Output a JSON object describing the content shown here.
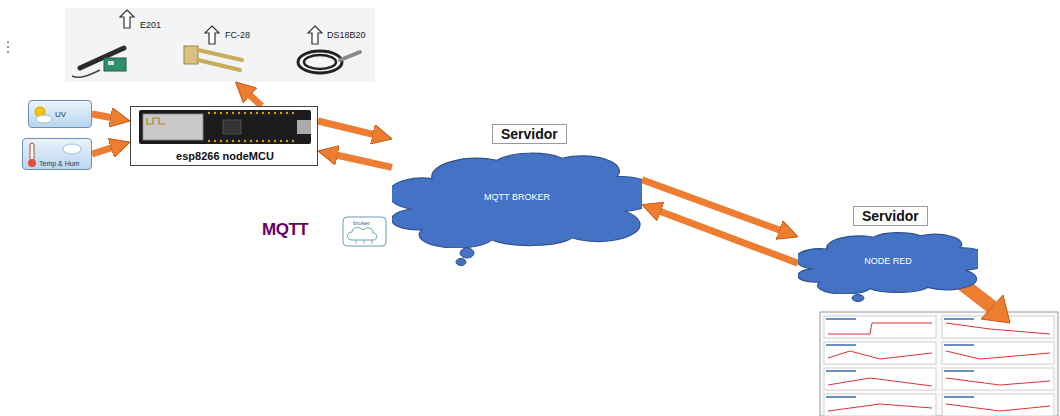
{
  "diagram": {
    "nodes": [
      {
        "text": [
          "E201",
          "FC-28",
          "DS18B20"
        ]
      },
      {
        "text": [
          "UV"
        ]
      },
      {
        "text": [
          "Temp & Hum"
        ]
      },
      {
        "text": [
          "esp8266 nodeMCU"
        ]
      },
      {
        "text": [
          "Servidor",
          "MQTT BROKER"
        ]
      },
      {
        "text": [
          "Servidor",
          "NODE RED"
        ]
      }
    ],
    "edges": [
      {
        "from": 3,
        "to": 0,
        "arrow": "to"
      },
      {
        "from": 1,
        "to": 3,
        "arrow": "to"
      },
      {
        "from": 2,
        "to": 3,
        "arrow": "to"
      },
      {
        "from": 3,
        "to": 4,
        "arrow": "to"
      },
      {
        "from": 4,
        "to": 3,
        "arrow": "to"
      },
      {
        "from": 4,
        "to": 5,
        "arrow": "to"
      },
      {
        "from": 5,
        "to": 4,
        "arrow": "to"
      }
    ],
    "labels": [
      "MQTT",
      "broker"
    ]
  }
}
